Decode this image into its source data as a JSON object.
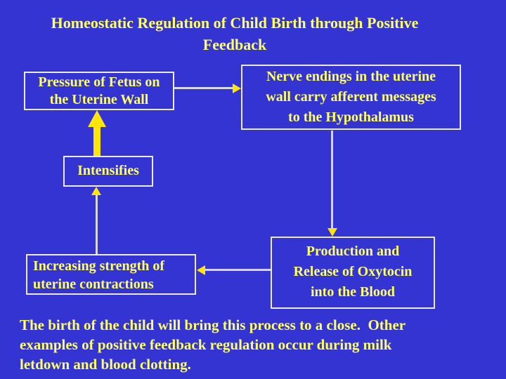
{
  "colors": {
    "background": "#3434d2",
    "text_yellow": "#ffff66",
    "arrow_yellow": "#ffe50a",
    "connector_gray": "#d9d9d9",
    "box_border": "#edeadf"
  },
  "title": {
    "lines": [
      "Homeostatic Regulation of Child Birth through Positive",
      "Feedback"
    ]
  },
  "boxes": {
    "pressure": {
      "lines": [
        "Pressure of Fetus on",
        "the Uterine Wall"
      ]
    },
    "nerve": {
      "lines": [
        "Nerve endings in the uterine",
        "wall carry afferent messages",
        "to the Hypothalamus"
      ]
    },
    "intensifies": {
      "lines": [
        "Intensifies"
      ]
    },
    "contractions": {
      "lines": [
        "Increasing strength of",
        "uterine contractions"
      ]
    },
    "oxytocin": {
      "lines": [
        "Production and",
        "Release of Oxytocin",
        "into the Blood"
      ]
    }
  },
  "connections": [
    {
      "from": "pressure-of-fetus",
      "to": "nerve-endings",
      "direction": "right",
      "style": "thin-gray-line-yellow-head"
    },
    {
      "from": "nerve-endings",
      "to": "oxytocin-production",
      "direction": "down",
      "style": "thin-gray-line-yellow-head"
    },
    {
      "from": "oxytocin-production",
      "to": "increasing-strength",
      "direction": "left",
      "style": "thin-gray-line-yellow-head"
    },
    {
      "from": "increasing-strength",
      "to": "intensifies",
      "direction": "up",
      "style": "thin-gray-line-yellow-head"
    },
    {
      "from": "intensifies",
      "to": "pressure-of-fetus",
      "direction": "up",
      "style": "thick-yellow-arrow"
    }
  ],
  "footer": {
    "lines": [
      "The birth of the child will bring this process to a close.  Other",
      "examples of positive feedback regulation occur during milk",
      "letdown and blood clotting."
    ]
  }
}
